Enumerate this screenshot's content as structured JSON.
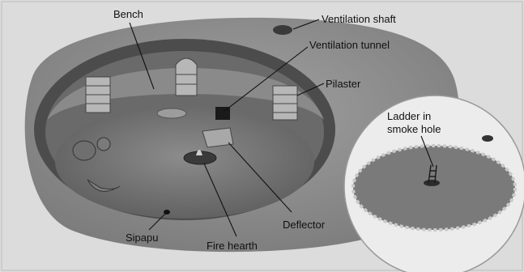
{
  "diagram": {
    "labels": {
      "bench": "Bench",
      "ventilation_shaft": "Ventilation shaft",
      "ventilation_tunnel": "Ventilation tunnel",
      "pilaster": "Pilaster",
      "ladder_line1": "Ladder in",
      "ladder_line2": "smoke hole",
      "deflector": "Deflector",
      "sipapu": "Sipapu",
      "fire_hearth": "Fire hearth"
    }
  }
}
